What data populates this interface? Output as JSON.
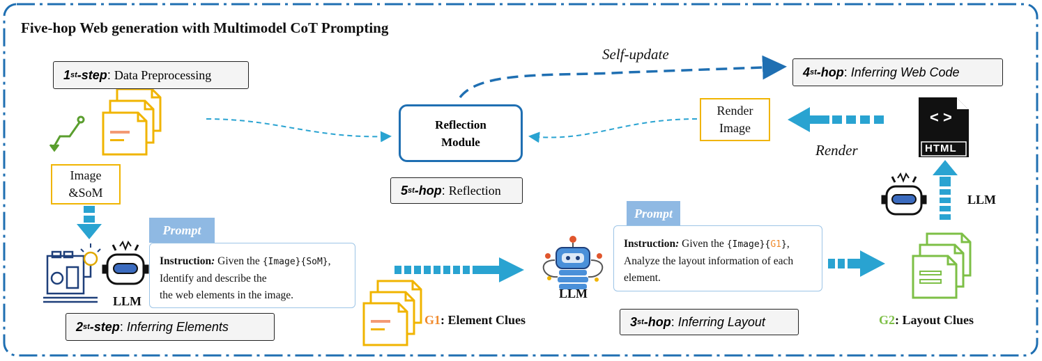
{
  "title": "Five-hop Web generation with Multimodel CoT Prompting",
  "steps": {
    "s1": {
      "num": "1",
      "sup": "st",
      "kind": "-step",
      "colon": ":",
      "label": "Data Preprocessing"
    },
    "s2": {
      "num": "2",
      "sup": "st",
      "kind": "-step",
      "colon": ":",
      "label": "Inferring Elements"
    },
    "s3": {
      "num": "3",
      "sup": "st",
      "kind": "-hop",
      "colon": ":",
      "label": "Inferring Layout"
    },
    "s4": {
      "num": "4",
      "sup": "st",
      "kind": "-hop",
      "colon": ":",
      "label": "Inferring Web Code"
    },
    "s5": {
      "num": "5",
      "sup": "st",
      "kind": "-hop",
      "colon": ":",
      "label": "Reflection"
    }
  },
  "boxes": {
    "image_som": [
      "Image",
      "&SoM"
    ],
    "render_image": [
      "Render",
      "Image"
    ],
    "reflection": [
      "Reflection",
      "Module"
    ]
  },
  "edge_labels": {
    "self_update": "Self-update",
    "render": "Render"
  },
  "llm_labels": {
    "left": "LLM",
    "middle": "LLM",
    "right": "LLM"
  },
  "html_icon_text": "HTML",
  "html_icon_brackets": "< >",
  "prompt1": {
    "tag": "Prompt",
    "instruction_label": "Instruction",
    "colon": ":",
    "given": " Given the ",
    "var1": "{Image}",
    "var2": "{SoM}",
    "end": ",",
    "line2": "Identify and describe the",
    "line3": "the web elements in the image."
  },
  "prompt2": {
    "tag": "Prompt",
    "instruction_label": "Instruction",
    "colon": ":",
    "given": " Given the ",
    "var1": "{Image}",
    "var2_open": "{",
    "var2_mid": "G1",
    "var2_close": "}",
    "end": ",",
    "line2": "Analyze the layout information of each",
    "line3": "element."
  },
  "clues": {
    "g1_id": "G1",
    "g1_label": ": Element Clues",
    "g2_id": "G2",
    "g2_label": ": Layout Clues"
  },
  "colors": {
    "frame": "#1f6fb2",
    "arrow": "#29a3d1",
    "reflection_border": "#1f6fb2",
    "yellow": "#f0b400",
    "orange": "#f08a2c",
    "green": "#7dbf46",
    "prompt_tag": "#8fb9e3",
    "robot_blue": "#4a90d9"
  }
}
